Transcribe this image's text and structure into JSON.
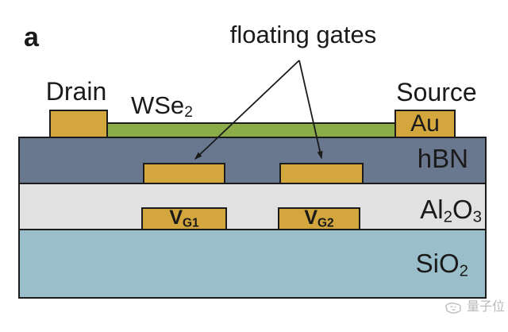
{
  "panel": {
    "label": "a"
  },
  "annotation": {
    "text": "floating gates"
  },
  "terminals": {
    "drain_label": "Drain",
    "source_label": "Source",
    "source_material": "Au"
  },
  "channel": {
    "material": "WSe",
    "material_sub": "2"
  },
  "layers": {
    "hbn": {
      "label": "hBN"
    },
    "al2o3": {
      "seg1": "Al",
      "sub1": "2",
      "seg2": "O",
      "sub2": "3"
    },
    "sio2": {
      "seg1": "SiO",
      "sub1": "2"
    }
  },
  "gates": {
    "vg1": {
      "main": "V",
      "sub": "G1"
    },
    "vg2": {
      "main": "V",
      "sub": "G2"
    }
  },
  "watermark": {
    "icon": "qbitai-face-icon",
    "text": "量子位"
  },
  "colors": {
    "gold": "#d3a73e",
    "green": "#8bac49",
    "hbn": "#69778f",
    "al2o3": "#e1e1e1",
    "sio2": "#9bbfca",
    "outline": "#1c1c1c",
    "text": "#1a1a1a",
    "watermark": "#b9b9b9"
  }
}
